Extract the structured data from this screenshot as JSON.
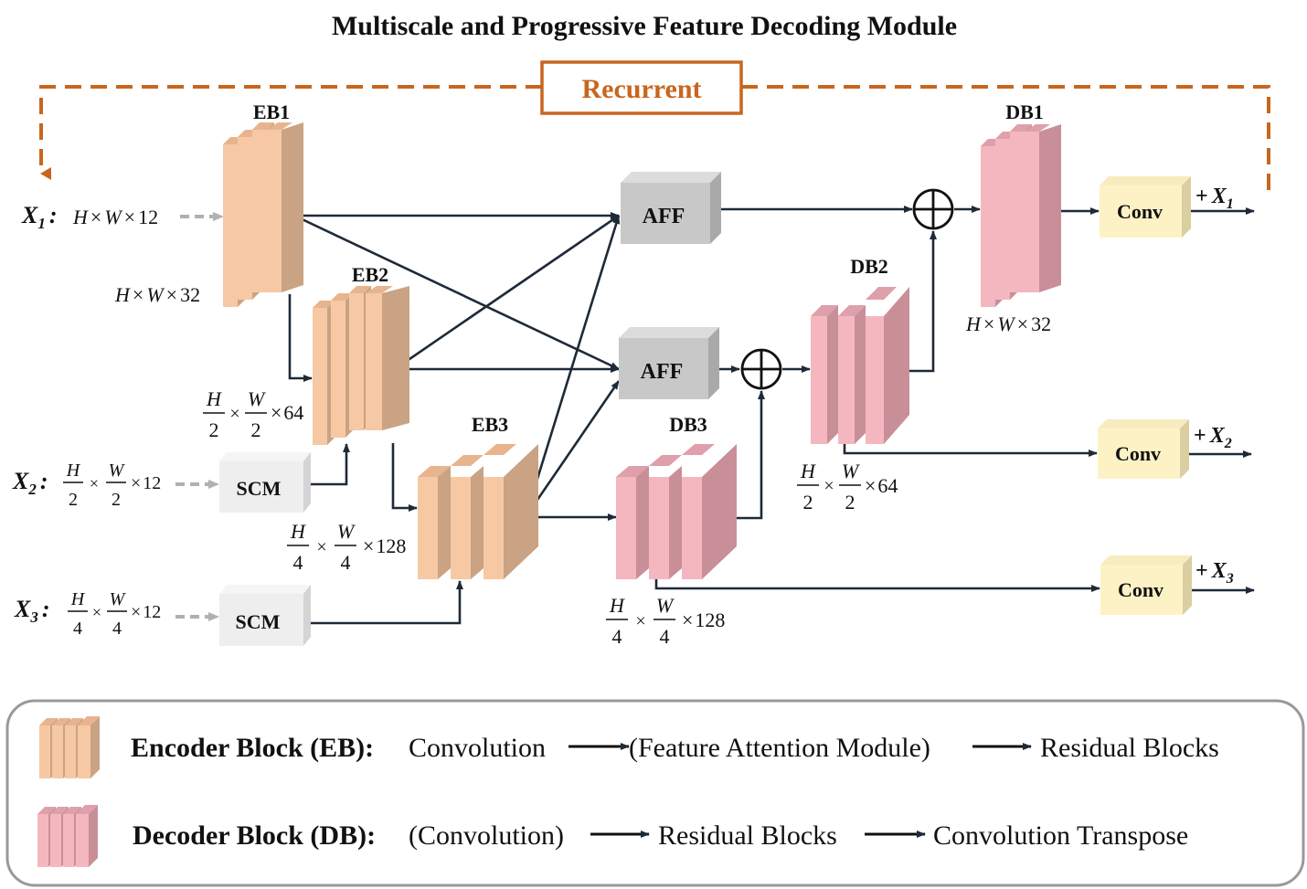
{
  "title": "Multiscale and Progressive Feature Decoding Module",
  "recurrent_label": "Recurrent",
  "blocks": {
    "eb1": "EB1",
    "eb2": "EB2",
    "eb3": "EB3",
    "db1": "DB1",
    "db2": "DB2",
    "db3": "DB3",
    "aff": "AFF",
    "scm": "SCM",
    "conv": "Conv"
  },
  "inputs": {
    "x1": "X",
    "x1_sub": "1",
    "x2": "X",
    "x2_sub": "2",
    "x3": "X",
    "x3_sub": "3",
    "colon": ":"
  },
  "outputs": {
    "plus": "+",
    "x": "X",
    "x1_sub": "1",
    "x2_sub": "2",
    "x3_sub": "3"
  },
  "dims": {
    "H": "H",
    "W": "W",
    "two": "2",
    "four": "4",
    "times": "×",
    "c12": "12",
    "c32": "32",
    "c64": "64",
    "c128": "128"
  },
  "colors": {
    "encoder": "#f6c9a4",
    "encoder_dark": "#c9a383",
    "decoder": "#f4b7c0",
    "decoder_dark": "#c98f99",
    "recurrent": "#c8661f",
    "arrow": "#1e2a38",
    "aff": "#c8c8c8",
    "scm": "#eeeeee",
    "conv": "#fdf2c5"
  },
  "legend": {
    "encoder_title": "Encoder Block (EB):",
    "encoder_steps": [
      "Convolution",
      "(Feature Attention Module)",
      "Residual Blocks"
    ],
    "decoder_title": "Decoder Block (DB):",
    "decoder_steps": [
      "(Convolution)",
      "Residual Blocks",
      "Convolution Transpose"
    ]
  }
}
